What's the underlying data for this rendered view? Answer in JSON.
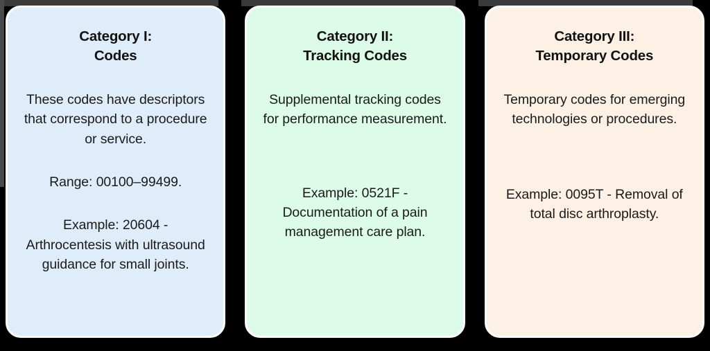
{
  "diagram": {
    "type": "three-column-card-comparison",
    "background_color": "#000000",
    "cards": [
      {
        "id": "category-1",
        "title": "Category I:\nCodes",
        "title_line_1": "Category I:",
        "title_line_2": "Codes",
        "description": "These codes have descriptors that correspond to a procedure or service.",
        "range": "Range: 00100–99499.",
        "example": "Example: 20604 - Arthrocentesis with ultrasound guidance for small joints.",
        "background_color": "#DFEDFB",
        "border_color": "#FFFFFF",
        "text_color": "#111111"
      },
      {
        "id": "category-2",
        "title": "Category II:\nTracking Codes",
        "title_line_1": "Category II:",
        "title_line_2": "Tracking Codes",
        "description": "Supplemental tracking codes for performance measurement.",
        "range": "",
        "example": "Example: 0521F - Documentation of a pain management care plan.",
        "background_color": "#DCFCE9",
        "border_color": "#FFFFFF",
        "text_color": "#111111"
      },
      {
        "id": "category-3",
        "title": "Category III:\nTemporary Codes",
        "title_line_1": "Category III:",
        "title_line_2": "Temporary Codes",
        "description": "Temporary codes for emerging technologies or procedures.",
        "range": "",
        "example": "Example: 0095T - Removal of total disc arthroplasty.",
        "background_color": "#FDF1E5",
        "border_color": "#FFFFFF",
        "text_color": "#111111"
      }
    ]
  }
}
